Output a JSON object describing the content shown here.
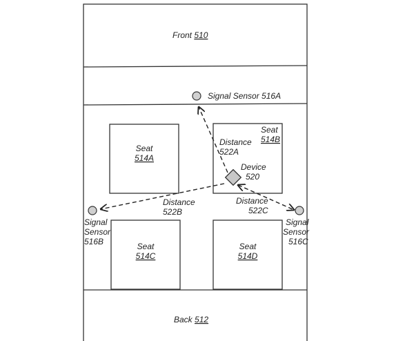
{
  "front": {
    "label": "Front",
    "ref": "510"
  },
  "back": {
    "label": "Back",
    "ref": "512"
  },
  "seats": [
    {
      "label": "Seat",
      "ref": "514A"
    },
    {
      "label": "Seat",
      "ref": "514B"
    },
    {
      "label": "Seat",
      "ref": "514C"
    },
    {
      "label": "Seat",
      "ref": "514D"
    }
  ],
  "sensors": [
    {
      "line1": "Signal Sensor 516A"
    },
    {
      "line1": "Signal",
      "line2": "Sensor",
      "line3": "516B"
    },
    {
      "line1": "Signal",
      "line2": "Sensor",
      "line3": "516C"
    }
  ],
  "device": {
    "line1": "Device",
    "line2": "520"
  },
  "distances": [
    {
      "line1": "Distance",
      "line2": "522A"
    },
    {
      "line1": "Distance",
      "line2": "522B"
    },
    {
      "line1": "Distance",
      "line2": "522C"
    }
  ]
}
